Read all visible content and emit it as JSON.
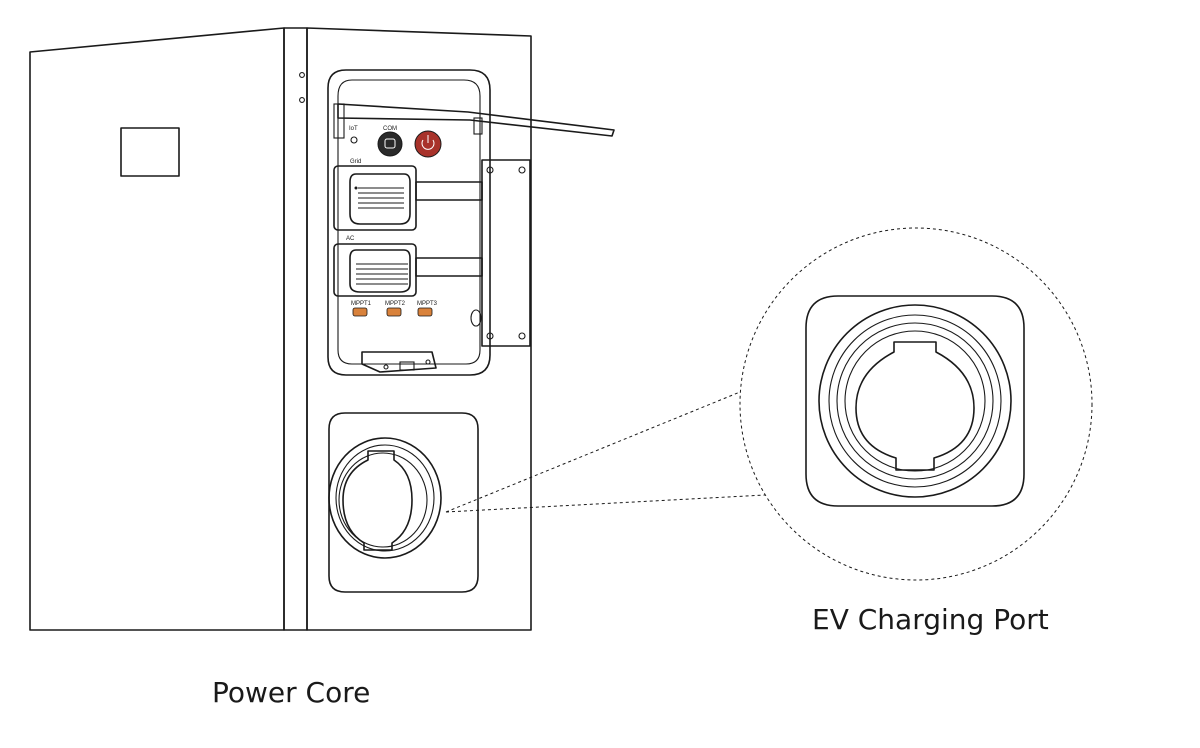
{
  "labels": {
    "power_core": "Power Core",
    "ev_charging_port": "EV Charging Port"
  },
  "panel_labels": {
    "iot": "IoT",
    "com": "COM",
    "grid": "Grid",
    "ac": "AC",
    "mppt1": "MPPT1",
    "mppt2": "MPPT2",
    "mppt3": "MPPT3"
  },
  "colors": {
    "line": "#1a1a1a",
    "power_button": "#a8322a",
    "mppt_connector": "#d9823b",
    "com_port": "#2a2a2a"
  },
  "icons": {
    "power_button": "power-icon"
  }
}
